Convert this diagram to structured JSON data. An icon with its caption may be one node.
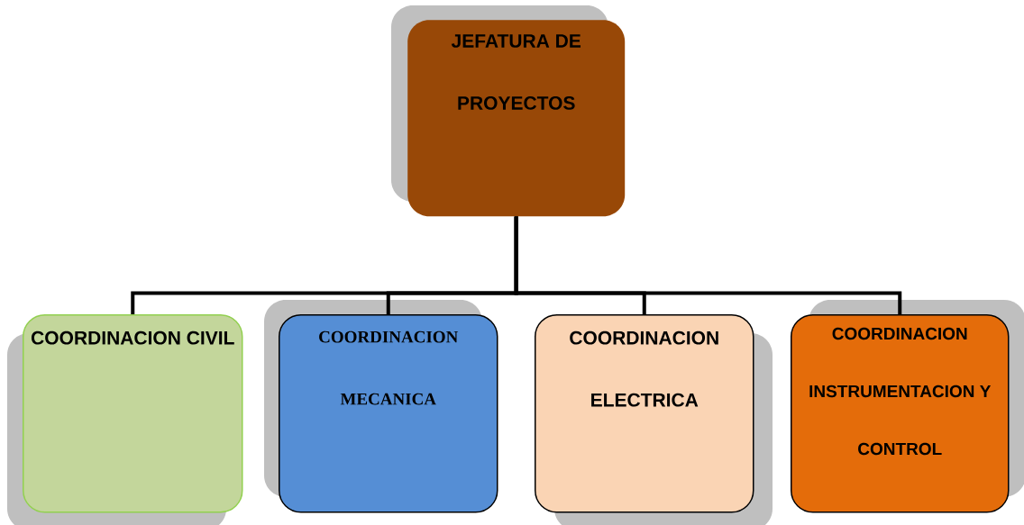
{
  "diagram": {
    "nodes": [
      {
        "text": [
          "JEFATURA DE PROYECTOS"
        ]
      },
      {
        "text": [
          "COORDINACION CIVIL"
        ]
      },
      {
        "text": [
          "COORDINACION MECANICA"
        ]
      },
      {
        "text": [
          "COORDINACION ELECTRICA"
        ]
      },
      {
        "text": [
          "COORDINACION INSTRUMENTACION Y CONTROL"
        ]
      }
    ],
    "edges": [
      {
        "from": 0,
        "to": 1,
        "arrow": "none"
      },
      {
        "from": 0,
        "to": 2,
        "arrow": "none"
      },
      {
        "from": 0,
        "to": 3,
        "arrow": "none"
      },
      {
        "from": 0,
        "to": 4,
        "arrow": "none"
      }
    ]
  }
}
